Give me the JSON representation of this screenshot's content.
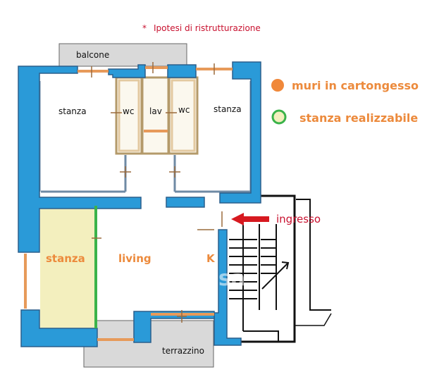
{
  "title": {
    "asterisk": "*",
    "text": "Ipotesi di ristrutturazione"
  },
  "legend": {
    "items": [
      {
        "label": "muri in cartongesso",
        "color": "#f0883a",
        "icon": "orange-dot-icon"
      },
      {
        "label": "stanza realizzabile",
        "color": "#f3efbe",
        "border": "#3bb34a",
        "icon": "green-ring-icon"
      }
    ]
  },
  "rooms": {
    "balcone": "balcone",
    "stanza_left": "stanza",
    "wc_left": "wc",
    "lav": "lav",
    "wc_right": "wc",
    "stanza_right": "stanza",
    "stanza_new": "stanza",
    "living": "living",
    "kitchen": "K",
    "terrazzino": "terrazzino"
  },
  "entrance": {
    "label": "ingresso",
    "arrow_color": "#d71920"
  },
  "watermark": {
    "text": "casa"
  },
  "colors": {
    "wall_blue": "#2a9ad8",
    "wall_blue_dark": "#2b5f8c",
    "wall_gray": "#6f8aa4",
    "drywall_orange": "#e79a5a",
    "new_room_fill": "#f3efbe",
    "new_wall_green": "#3bb34a",
    "outdoor_gray": "#d9d9d9",
    "door_brown": "#9a6b3c"
  }
}
